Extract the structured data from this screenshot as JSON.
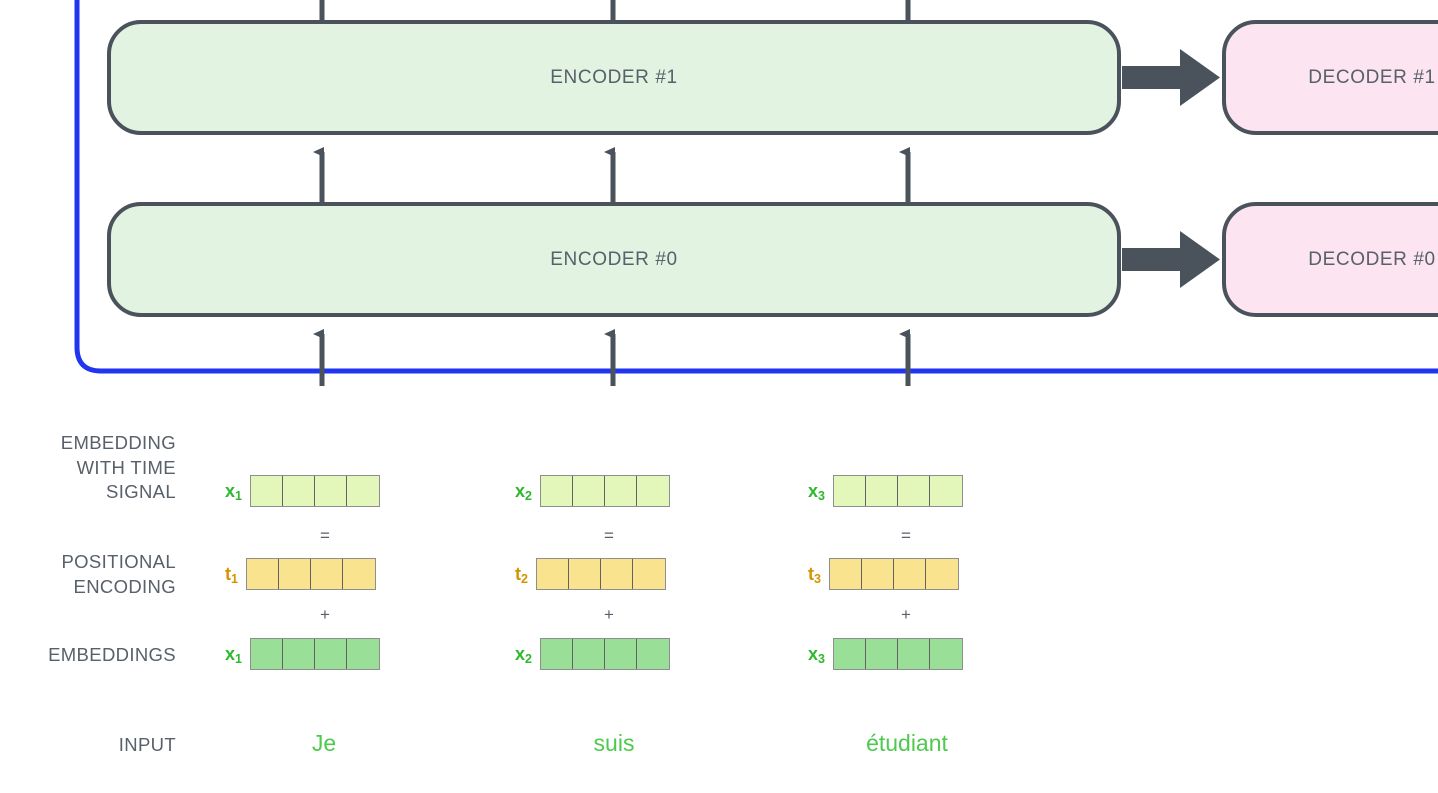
{
  "diagram": {
    "title": "Transformer encoder-decoder stack with positional encoding",
    "colors": {
      "encoder_fill": "#e3f3e1",
      "decoder_fill": "#fce4f0",
      "box_stroke": "#4a525c",
      "highlight_border": "#1f35f0",
      "embedding_with_time_signal": "#e2f7b9",
      "positional_encoding": "#fae38f",
      "embeddings": "#9adf97",
      "label_text": "#58606a",
      "input_word_text": "#4ec94e",
      "x_label_text": "#2eb82e",
      "t_label_text": "#d29400"
    }
  },
  "stack": {
    "encoders": [
      {
        "label": "ENCODER #1"
      },
      {
        "label": "ENCODER #0"
      }
    ],
    "decoders": [
      {
        "label": "DECODER #1"
      },
      {
        "label": "DECODER #0"
      }
    ]
  },
  "rows": {
    "embedding_with_time_signal": "EMBEDDING\nWITH TIME\nSIGNAL",
    "positional_encoding": "POSITIONAL\nENCODING",
    "embeddings": "EMBEDDINGS",
    "input": "INPUT"
  },
  "operators": {
    "equals": "=",
    "plus": "+"
  },
  "tokens": [
    {
      "word": "Je",
      "embedding_with_time_signal_label": "x",
      "embedding_with_time_signal_sub": "1",
      "positional_encoding_label": "t",
      "positional_encoding_sub": "1",
      "embedding_label": "x",
      "embedding_sub": "1",
      "cells": 4
    },
    {
      "word": "suis",
      "embedding_with_time_signal_label": "x",
      "embedding_with_time_signal_sub": "2",
      "positional_encoding_label": "t",
      "positional_encoding_sub": "2",
      "embedding_label": "x",
      "embedding_sub": "2",
      "cells": 4
    },
    {
      "word": "étudiant",
      "embedding_with_time_signal_label": "x",
      "embedding_with_time_signal_sub": "3",
      "positional_encoding_label": "t",
      "positional_encoding_sub": "3",
      "embedding_label": "x",
      "embedding_sub": "3",
      "cells": 4
    }
  ]
}
